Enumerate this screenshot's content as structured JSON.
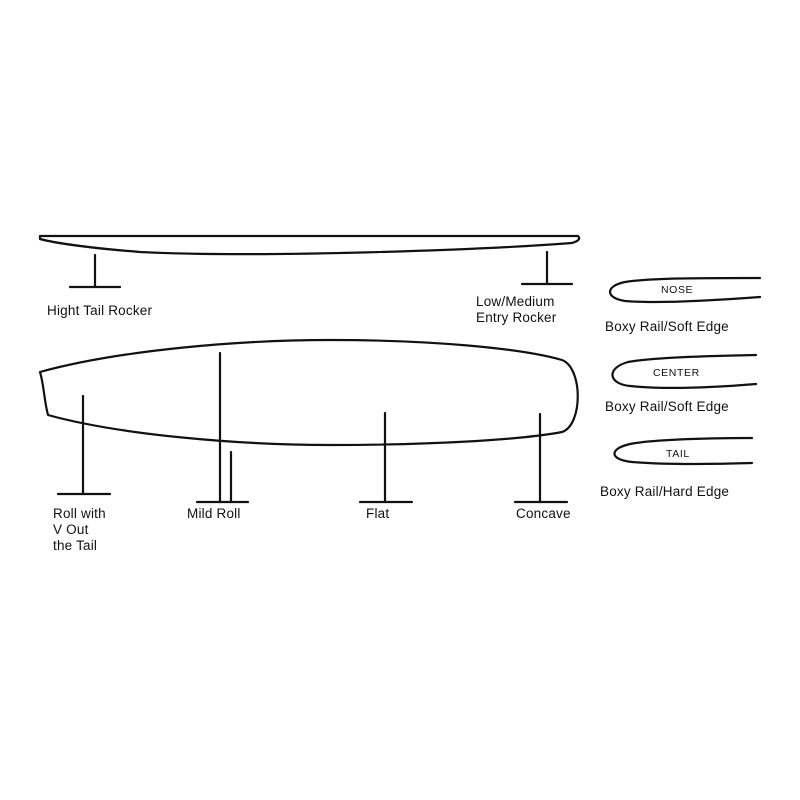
{
  "labels": {
    "tail_rocker": "Hight Tail Rocker",
    "entry_rocker": [
      "Low/Medium",
      "Entry Rocker"
    ],
    "roll_v": [
      "Roll with",
      "V Out",
      "the Tail"
    ],
    "mild_roll": "Mild Roll",
    "flat": "Flat",
    "concave": "Concave"
  },
  "rails": [
    {
      "tag": "NOSE",
      "caption": "Boxy Rail/Soft Edge"
    },
    {
      "tag": "CENTER",
      "caption": "Boxy Rail/Soft Edge"
    },
    {
      "tag": "TAIL",
      "caption": "Boxy Rail/Hard Edge"
    }
  ],
  "colors": {
    "ink": "#111111",
    "background": "#ffffff"
  }
}
